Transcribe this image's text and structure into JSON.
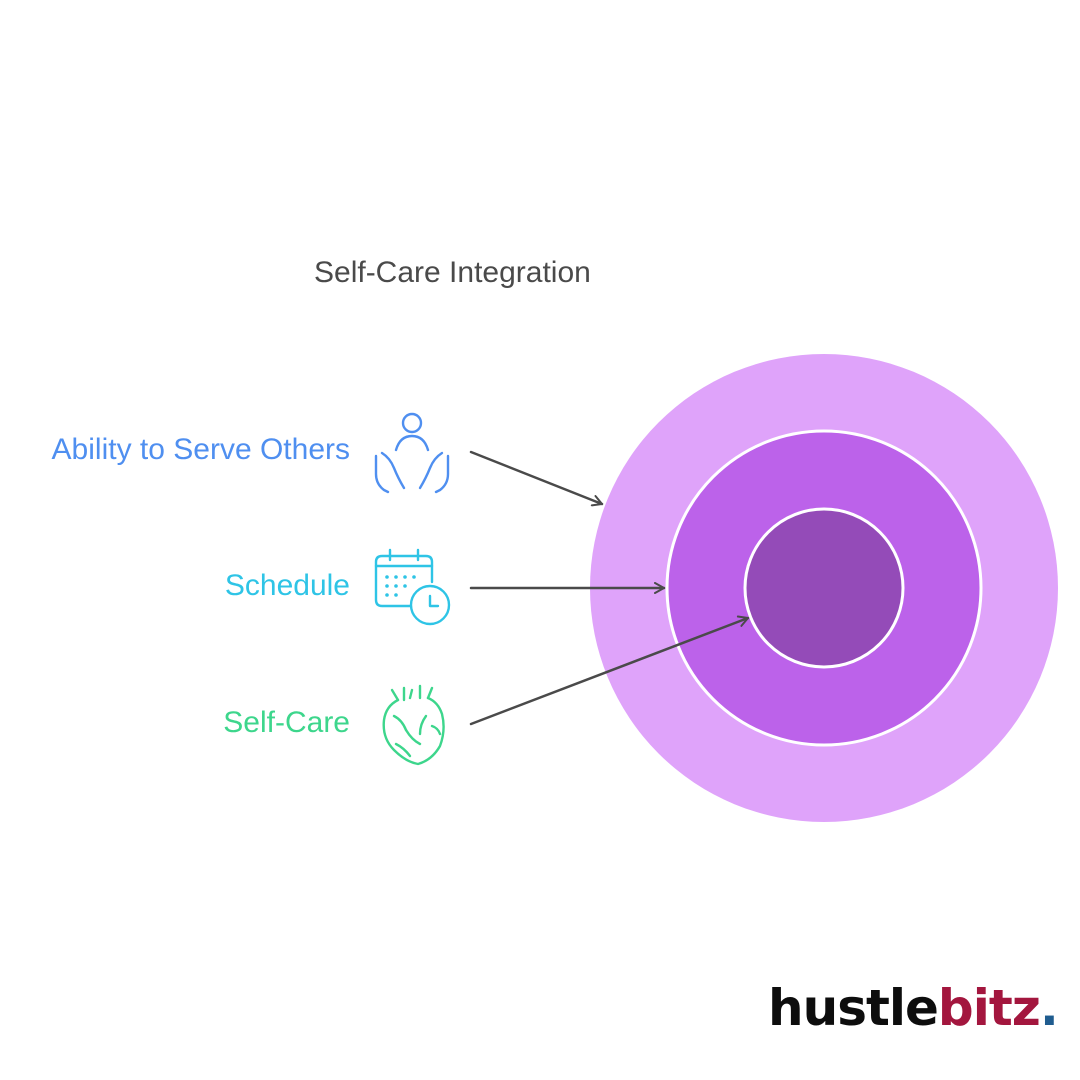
{
  "title": "Self-Care Integration",
  "items": [
    {
      "label": "Ability to Serve Others",
      "icon": "caring-hands-icon",
      "color": "#4f8ff0"
    },
    {
      "label": "Schedule",
      "icon": "calendar-clock-icon",
      "color": "#2ec4e6"
    },
    {
      "label": "Self-Care",
      "icon": "heart-anatomy-icon",
      "color": "#3dd68c"
    }
  ],
  "rings": {
    "outer_color": "#dfa3fa",
    "middle_color": "#bc62ea",
    "inner_color": "#944bb8"
  },
  "brand": {
    "part1": "hustle",
    "part2": "bitz",
    "dot": ".",
    "part1_color": "#0d0d0d",
    "part2_color": "#a3163e",
    "dot_color": "#1f5c8f"
  }
}
